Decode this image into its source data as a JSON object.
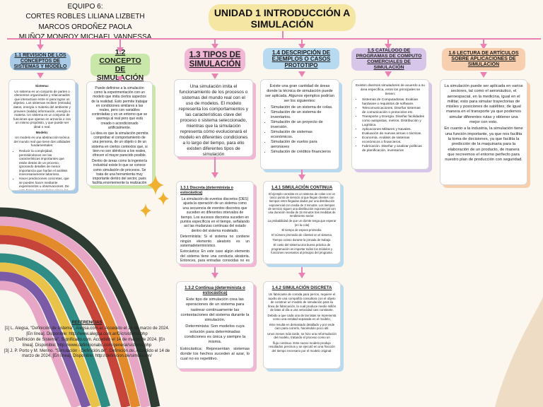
{
  "team": {
    "label": "EQUIPO 6:",
    "members": [
      "CORTES ROBLES LILIANA LIZBETH",
      "MARCOS ORDOÑEZ PAOLA",
      "MUÑOZ MONROY MICHAEL VANNESSA"
    ]
  },
  "title": "UNIDAD 1 INTRODUCCIÓN A SIMULACIÓN",
  "colors": {
    "accent": "#e982b3",
    "title_bg": "#f5e6a3",
    "blue": "#a9cbe8",
    "green": "#c9e7a8",
    "pink": "#f2b7d5",
    "lightblue": "#b8daf0",
    "purple": "#d8c6ea",
    "peach": "#f8cfae"
  },
  "sections": [
    {
      "header": "1.1 REVISION DE LOS CONCEPTOS DE SISTEMAS Y MODELO",
      "body": [
        "Sistema:",
        "Un sistema es un conjunto de partes o elementos organizados y relacionados que interactúan entre sí para lograr un objetivo. Los sistemas reciben (entrada) datos, energía o materia del ambiente y proveen (salida) información, energía o materia. Un sistema es un conjunto de funciones que operan en armonía o con un mismo propósito, y que puede ser ideal o real.",
        "Modelo:",
        "Un modelo es una abstracción teórica del mundo real que tiene dos utilidades fundamentales:",
        "Reducir la complejidad, permitiéndonos ver las características importantes que están detrás de un proceso, ignorando detalles de menor importancia que harían el análisis innecesariamente laborioso.",
        "Hacer predicciones concretas, que se pueden hacer mediante experimentos u observaciones. De esta forma, los modelos eligen los estudios empíricos en una u otra dirección, el lugar a qué información es más importante conseguir."
      ]
    },
    {
      "header": "1.2 CONCEPTO DE SIMULACIÓN",
      "body": [
        "Puede definirse a la simulación como la experimentación con un modelo que imita ciertos aspectos de la realidad. Esto permite trabajar en condiciones similares a las reales, pero con variables controladas y en un entorno que se asemeja al real pero que está creado o acondicionado artificialmente.",
        "La idea es que la simulación permita comprobar el comportamiento de una persona, de un objeto o de un sistema en ciertos contextos que, si bien no son idénticos a los reales, ofrecen el mayor parecido posible.",
        "Dentro de áreas como la ingeniería industrial existe lo que se conoce como simulación de procesos. Se trata de una herramienta muy importante dentro del sector, pues facilita enormemente la realización de proyectos y tareas."
      ]
    },
    {
      "header": "1.3 TIPOS DE SIMULACIÓN",
      "body": [
        "Una simulación imita el funcionamiento de los procesos o sistemas del mundo real con el uso de modelos. El modelo representa los comportamientos y las características clave del proceso o sistema seleccionado, mientras que la simulación representa cómo evolucionará el modelo en diferentes condiciones a lo largo del tiempo, para ello existen diferentes tipos de simulación"
      ]
    },
    {
      "header": "1.4 DESCRIPCIÓN DE EJEMPLOS O CASOS PROTOTIPO",
      "intro": "Existe una gran cantidad de áreas donde la técnica de simulación puede ser aplicada. Algunos ejemplos podrían ser los siguientes:",
      "items": [
        "Simulación de un sistema de colas.",
        "Simulación de un sistema de inventarios.",
        "Simulación de un proyecto de inversión.",
        "Simulación de sistemas económicos.",
        "Simulación de vuelos para aeronaves",
        "Simulación de créditos financieros"
      ]
    },
    {
      "header": "1.5 CATALOGO DE PROGRAMAS DE COMPUTO COMERCIALES DE SIMULACIÓN",
      "intro": "Existen diversos simuladores de acuerdo a su área específica, entre los principales se tienen:",
      "items": [
        "Sistemas de Computadoras. Evalúan hardware o requisitos de software.",
        "Telecomunicaciones. Diseñar sistemas de comunicación o protocolos etc.",
        "Transporte y Energía. Diseñar facilidades como autopistas, metros. Distribución y Logística.",
        "Aplicaciones Militares y Navales. Evaluación de nuevas armas o tácticas.",
        "Economía. Análisis de sistemas económicos o financieros.",
        "Fabricación. Diseñar y analizar políticas de planificación, inventarios"
      ]
    },
    {
      "header": "1.6 LECTURA DE ARTÍCULOS SOBRE APLICACIONES DE SIMULACIÓN",
      "body": [
        "La simulación puede ser aplicada en varios sectores, tal como el aeronáutico, el aeroespacial, en la medicina, igual en el militar, esto para simular trayectorias de misiles y posiciones de satélites; de igual manera en el transporte ya que podemos simular diferentes rutas y obtener una mejor con esto.",
        "En cuanto a la industria, la simulación tiene una función importante, ya que nos facilita la toma de decisiones, ya que facilita la predicción de la maquinaria para la elaboración de un producto, de manera que recreemos el entorno perfecto para nuestro plan de producción con seguridad."
      ]
    }
  ],
  "sub_cards": [
    {
      "title": "1.3.1 Discreta (determinista o estocástica)",
      "body": [
        "La simulación de eventos discretos (DES) ajusta la operación de un sistema como una secuencia de eventos discretos que suceden en diferentes intervalos de tiempo. Los sucesos discretos suceden en puntos específicos en el tiempo, señalando así las mudanzas continuas del estado dentro del sistema modelado.",
        "Determinista: Si el sistema no contiene ningún elemento aleatorio es un sistemadeterminístico.",
        "Estocástica: En este caso algún elemento del sistema tiene una conducta aleatoria. Entonces, para entradas conocidas no es posible asegurar los valores de salida."
      ]
    },
    {
      "title": "1.3.2 Continua (determinista o estocástica)",
      "body": [
        "Este tipo de simulación crea las operaciones de un sistema para rastrear continuamente las contestaciones del sistema durante la simulación.",
        "Determinista: Son modelos cuya solución para determinadas condiciones es única y siempre la misma.",
        "Estocástica: Representan sistemas donde los hechos suceden al azar, lo cual no es repetitivo."
      ]
    },
    {
      "title": "1.4.1 SIMULACIÓN CONTINUA",
      "body": [
        "El ejemplo consiste en un sistema de colas con un único punto de servicio al que llegan clientes con tiempos entre llegadas dados por una distribución exponencial con media de 3 minutos. Los tiempos de servicio siguen una distribución exponencial con una duración media de 15 minutos tras medidas de rendimiento serán:",
        "La probabilidad de que un cliente tenga que esperar (en la cola)",
        "El tiempo de espera promedio.",
        "El número promedio de clientes en el sistema.",
        "Tiempo ocioso durante la jornada de trabajo.",
        "El costo del sistema.Una buena práctica de programación es importar todos los módulos y funciones necesarios al principio del programa."
      ]
    },
    {
      "title": "1.4.2 SIMULACIÓN DISCRETA",
      "body": [
        "Un fabricante de comida para perros, requiere el auxilio de una compañía consultora con el objeto de construir un modelo de simulación para su línea de fabricación, la cual produce medio millón de latas al día a una velocidad casi constante.",
        "Debido a que cada una de las latas se representa como una entidad separada en el modelo,",
        "éste resulta en demasiado detallado y por ende caro para correrlo, haciéndolo poco útil.",
        "Unos meses más tarde, se hizo una reformulación del modelo, tratando el proceso como un",
        "flujo continuo. Este nuevo modelo produjo resultados precisos y se ejecutó en una fracción del tiempo necesario por el modelo original."
      ]
    }
  ],
  "references": {
    "title": "REFERENCIAS",
    "items": [
      "[1] L. Alegsa, \"Definición de sistema\", Alegsa.com.ar. Accedido el 14 de marzo de 2024. [En línea]. Disponible: http://www.alegsa.com.ar/Dic/sistema.php",
      "[2] \"Definición de Sistema\", Significado.com. Accedido el 14 de marzo de 2024. [En línea]. Disponible: http://www.definicionabc.com/general/sistema.php",
      "[3] J. P. Porto y M. Merino. \"Simulación - Definición.de\". Definición.de. Accedido el 14 de marzo de 2024. [En línea]. Disponible: http://definicion.de/simulacion/"
    ]
  }
}
